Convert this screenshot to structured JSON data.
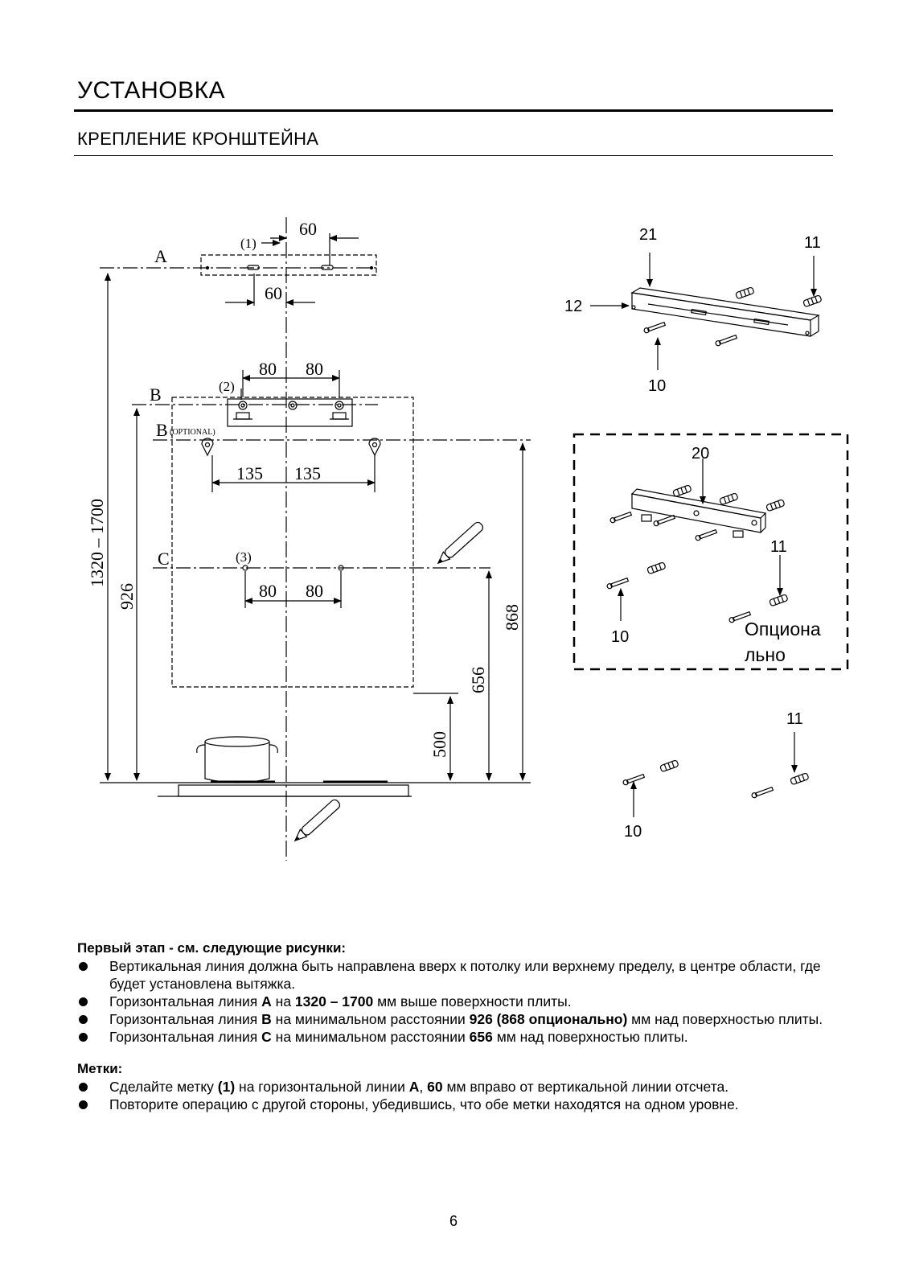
{
  "header": {
    "title": "УСТАНОВКА",
    "subtitle": "КРЕПЛЕНИЕ КРОНШТЕЙНА"
  },
  "diagram": {
    "line_a": "A",
    "line_b": "B",
    "line_b_opt": "B",
    "line_b_opt_note": "(OPTIONAL)",
    "line_c": "C",
    "mark_1": "(1)",
    "mark_2": "(2)",
    "mark_3": "(3)",
    "dim_60_top": "60",
    "dim_60_bottom": "60",
    "dim_80_left_b": "80",
    "dim_80_right_b": "80",
    "dim_135_left": "135",
    "dim_135_right": "135",
    "dim_80_left_c": "80",
    "dim_80_right_c": "80",
    "dim_1320_1700": "1320 – 1700",
    "dim_926": "926",
    "dim_868": "868",
    "dim_656": "656",
    "dim_500": "500"
  },
  "parts": {
    "p21": "21",
    "p11_top": "11",
    "p12": "12",
    "p10_top": "10",
    "p20": "20",
    "p11_mid": "11",
    "p10_mid": "10",
    "optional_line1": "Опциона",
    "optional_line2": "льно",
    "p11_bottom": "11",
    "p10_bottom": "10"
  },
  "text": {
    "step1_heading": "Первый этап - см. следующие рисунки:",
    "step1_items": [
      {
        "t1": "Вертикальная линия должна быть направлена вверх к потолку или верхнему пределу, в центре области, где будет установлена вытяжка."
      },
      {
        "t1": "Горизонтальная линия ",
        "b1": "A",
        "t2": " на ",
        "b2": "1320 – 1700",
        "t3": " мм выше поверхности плиты."
      },
      {
        "t1": "Горизонтальная линия ",
        "b1": "B",
        "t2": " на минимальном расстоянии ",
        "b2": "926 (868 опционально)",
        "t3": " мм над поверхностью плиты."
      },
      {
        "t1": "Горизонтальная линия ",
        "b1": "C",
        "t2": " на минимальном расстоянии ",
        "b2": "656",
        "t3": " мм над поверхностью плиты."
      }
    ],
    "marks_heading": "Метки:",
    "marks_items": [
      {
        "t1": "Сделайте метку ",
        "b1": "(1)",
        "t2": " на горизонтальной линии ",
        "b2": "A",
        "t3": ", ",
        "b3": "60",
        "t4": " мм вправо от вертикальной линии отсчета."
      },
      {
        "t1": "Повторите операцию с другой стороны, убедившись, что обе метки находятся на одном уровне."
      }
    ]
  },
  "footer": {
    "page_number": "6"
  }
}
